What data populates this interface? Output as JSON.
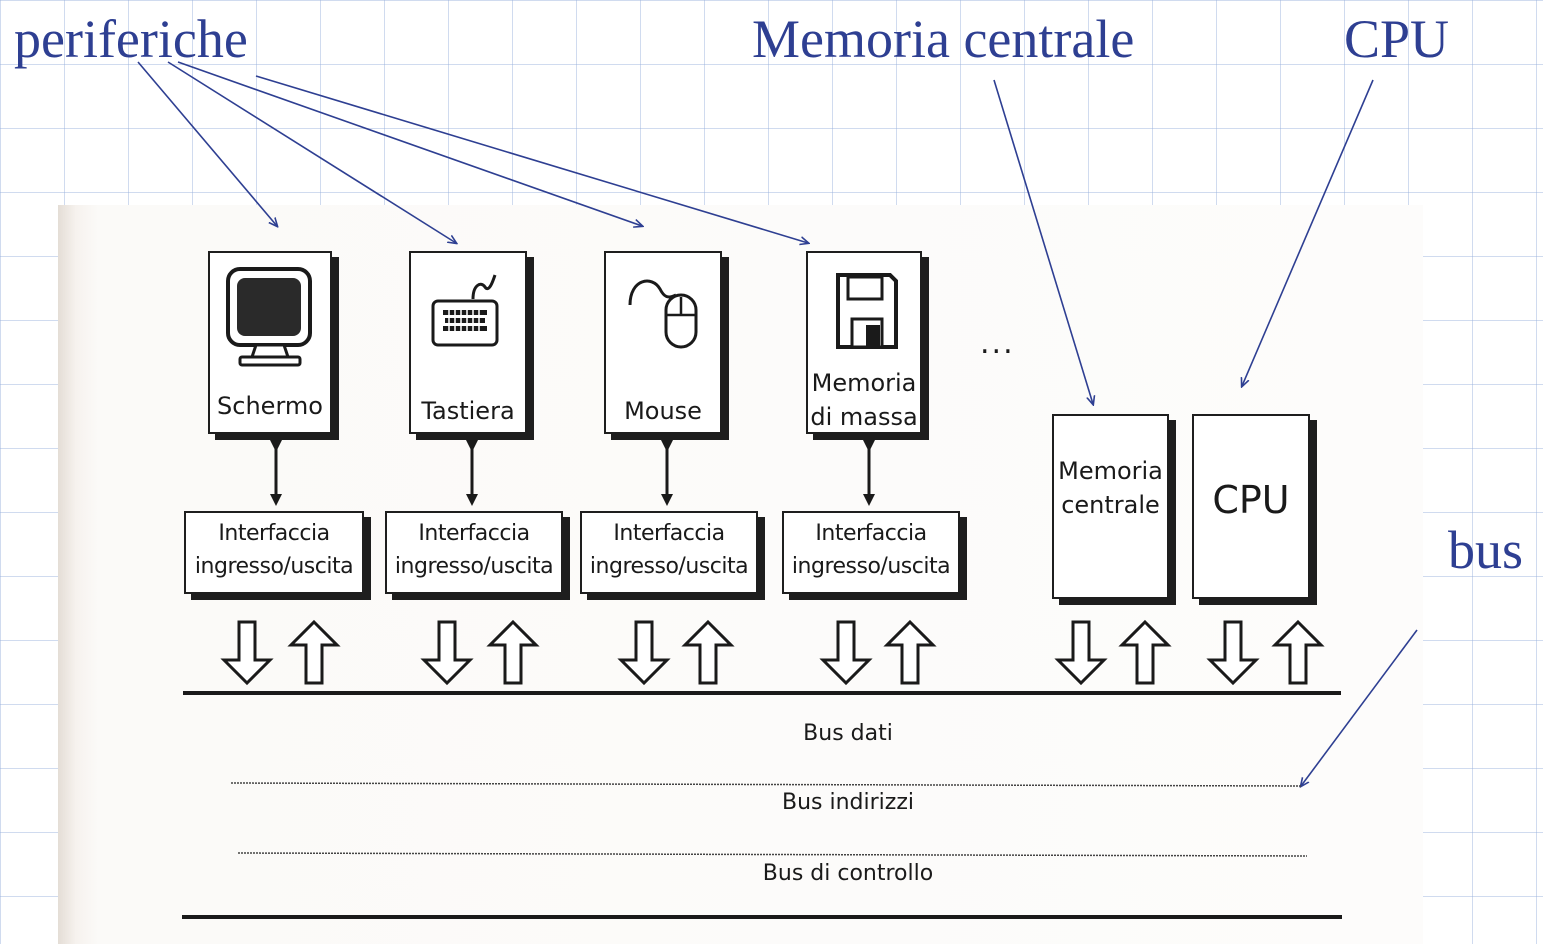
{
  "annotations": {
    "periferiche": "periferiche",
    "memoria_centrale": "Memoria centrale",
    "cpu": "CPU",
    "bus": "bus"
  },
  "devices": [
    {
      "label": "Schermo",
      "icon": "monitor-icon",
      "interface": [
        "Interfaccia",
        "ingresso/uscita"
      ]
    },
    {
      "label": "Tastiera",
      "icon": "keyboard-icon",
      "interface": [
        "Interfaccia",
        "ingresso/uscita"
      ]
    },
    {
      "label": "Mouse",
      "icon": "mouse-icon",
      "interface": [
        "Interfaccia",
        "ingresso/uscita"
      ]
    },
    {
      "label": [
        "Memoria",
        "di massa"
      ],
      "icon": "floppy-disk-icon",
      "interface": [
        "Interfaccia",
        "ingresso/uscita"
      ]
    }
  ],
  "ellipsis": "...",
  "memory_box": {
    "label": [
      "Memoria",
      "centrale"
    ]
  },
  "cpu_box": {
    "label": "CPU"
  },
  "buses": [
    "Bus dati",
    "Bus indirizzi",
    "Bus di controllo"
  ],
  "colors": {
    "annotation": "#2e3f92",
    "ink": "#1a1a1a",
    "grid": "#b4c4e6"
  }
}
